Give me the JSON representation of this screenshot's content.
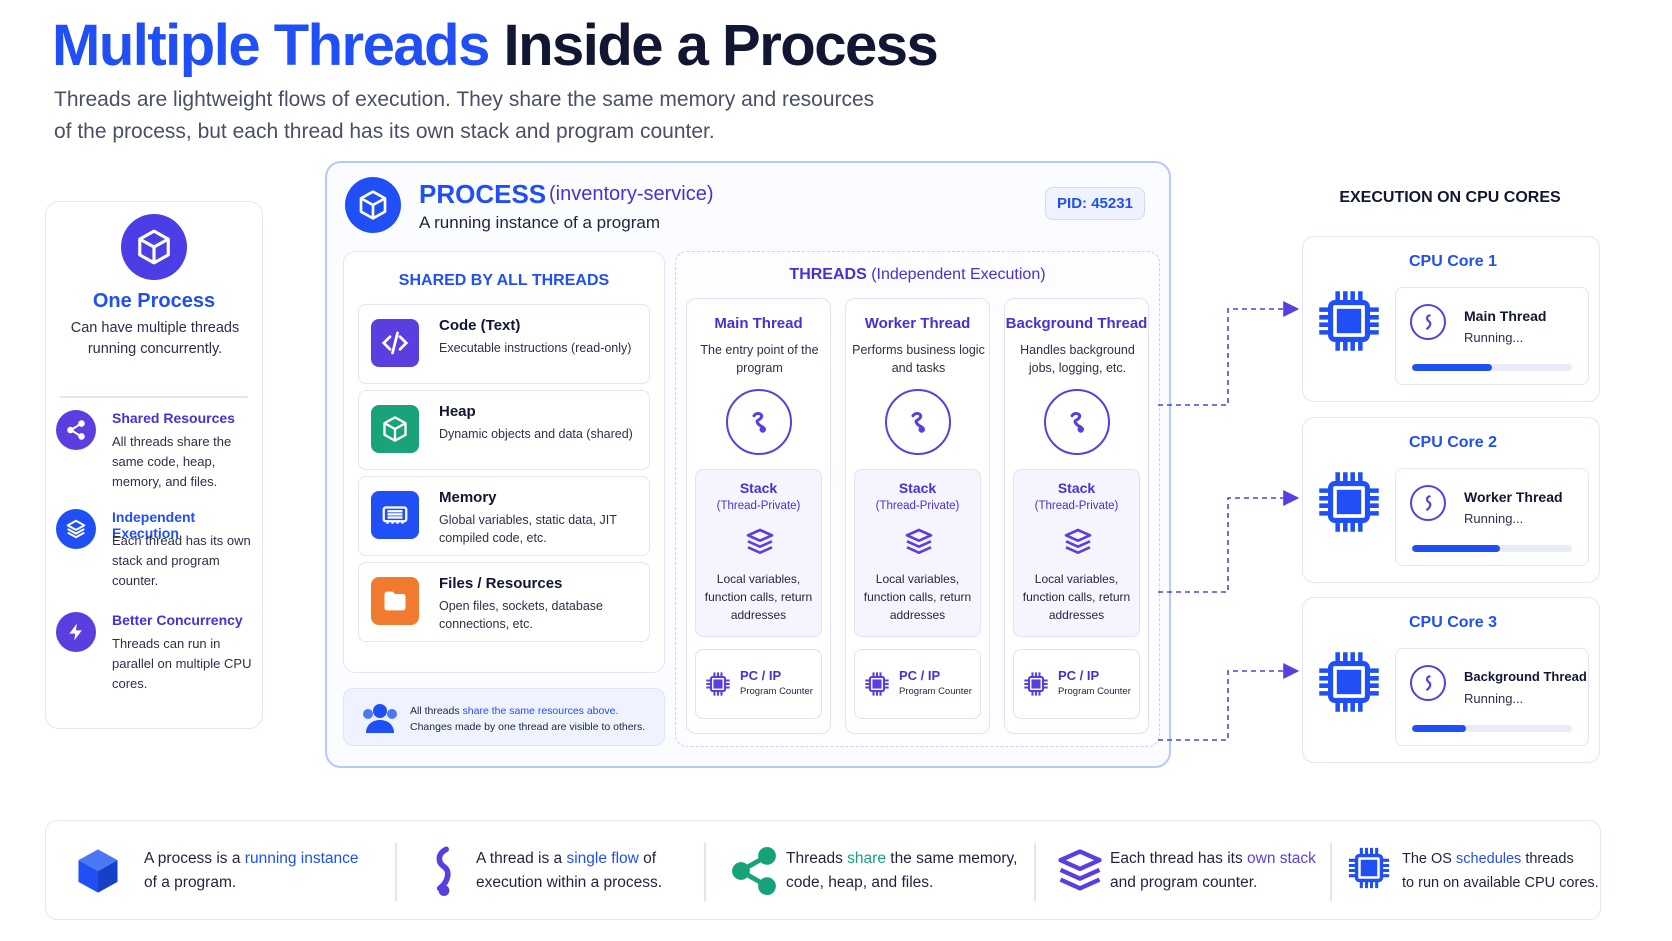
{
  "header": {
    "title_highlight": "Multiple Threads",
    "title_rest": "Inside a Process",
    "subtitle_line1": "Threads are lightweight flows of execution. They share the same memory and resources",
    "subtitle_line2": "of the process, but each thread has its own stack and program counter."
  },
  "left_card": {
    "title": "One Process",
    "description": "Can have multiple threads running concurrently.",
    "items": [
      {
        "title": "Shared Resources",
        "description": "All threads share the same code, heap, memory, and files.",
        "icon": "share-icon"
      },
      {
        "title": "Independent Execution",
        "description": "Each thread has its own stack and program counter.",
        "icon": "layers-icon"
      },
      {
        "title": "Better Concurrency",
        "description": "Threads can run in parallel on multiple CPU cores.",
        "icon": "lightning-icon"
      }
    ]
  },
  "process": {
    "title": "PROCESS",
    "name": "(inventory-service)",
    "description": "A running instance of a program",
    "pid": "PID: 45231",
    "shared": {
      "title": "SHARED BY ALL THREADS",
      "resources": [
        {
          "title": "Code (Text)",
          "description": "Executable instructions (read-only)",
          "icon": "code-icon",
          "color": "#5b3ee0"
        },
        {
          "title": "Heap",
          "description": "Dynamic objects and data (shared)",
          "icon": "cube-icon",
          "color": "#1aa37a"
        },
        {
          "title": "Memory",
          "description": "Global variables, static data, JIT compiled code, etc.",
          "icon": "memory-icon",
          "color": "#1f4ff5"
        },
        {
          "title": "Files / Resources",
          "description": "Open files, sockets, database connections, etc.",
          "icon": "folder-icon",
          "color": "#f07a2e"
        }
      ],
      "note_prefix": "All threads ",
      "note_highlight": "share the same resources above.",
      "note_line2": "Changes made by one thread are visible to others."
    },
    "threads": {
      "title_bold": "THREADS",
      "title_rest": " (Independent Execution)",
      "columns": [
        {
          "name": "Main Thread",
          "description": "The entry point of the program",
          "stack_title": "Stack",
          "stack_sub": "(Thread-Private)",
          "stack_desc": "Local variables, function calls, return addresses",
          "pc_title": "PC / IP",
          "pc_desc": "Program Counter"
        },
        {
          "name": "Worker Thread",
          "description": "Performs business logic and tasks",
          "stack_title": "Stack",
          "stack_sub": "(Thread-Private)",
          "stack_desc": "Local variables, function calls, return addresses",
          "pc_title": "PC / IP",
          "pc_desc": "Program Counter"
        },
        {
          "name": "Background Thread",
          "description": "Handles background jobs, logging, etc.",
          "stack_title": "Stack",
          "stack_sub": "(Thread-Private)",
          "stack_desc": "Local variables, function calls, return addresses",
          "pc_title": "PC / IP",
          "pc_desc": "Program Counter"
        }
      ]
    }
  },
  "cpu": {
    "heading": "EXECUTION ON CPU CORES",
    "cores": [
      {
        "name": "CPU Core 1",
        "thread": "Main Thread",
        "status": "Running...",
        "progress": 0.5
      },
      {
        "name": "CPU Core 2",
        "thread": "Worker Thread",
        "status": "Running...",
        "progress": 0.55
      },
      {
        "name": "CPU Core 3",
        "thread": "Background Thread",
        "status": "Running...",
        "progress": 0.34
      }
    ]
  },
  "bottom": {
    "items": [
      {
        "icon": "cube-icon",
        "pre": "A process is a ",
        "hl": "running instance",
        "post": "",
        "line2": "of a program."
      },
      {
        "icon": "thread-squiggle-icon",
        "pre": "A thread is a ",
        "hl": "single flow",
        "post": " of",
        "line2": "execution within a process."
      },
      {
        "icon": "share-icon",
        "pre": "Threads ",
        "hl": "share",
        "post": " the same memory,",
        "line2": "code, heap, and files."
      },
      {
        "icon": "layers-icon",
        "pre": "Each thread has its ",
        "hl": "own stack",
        "post": "",
        "line2": "and program counter."
      },
      {
        "icon": "cpu-icon",
        "pre": "The OS ",
        "hl": "schedules",
        "post": " threads",
        "line2": "to run on available CPU cores."
      }
    ]
  },
  "colors": {
    "accent_blue": "#1f4ff5",
    "accent_purple": "#5b3ee0",
    "green": "#1aa37a",
    "orange": "#f07a2e"
  }
}
